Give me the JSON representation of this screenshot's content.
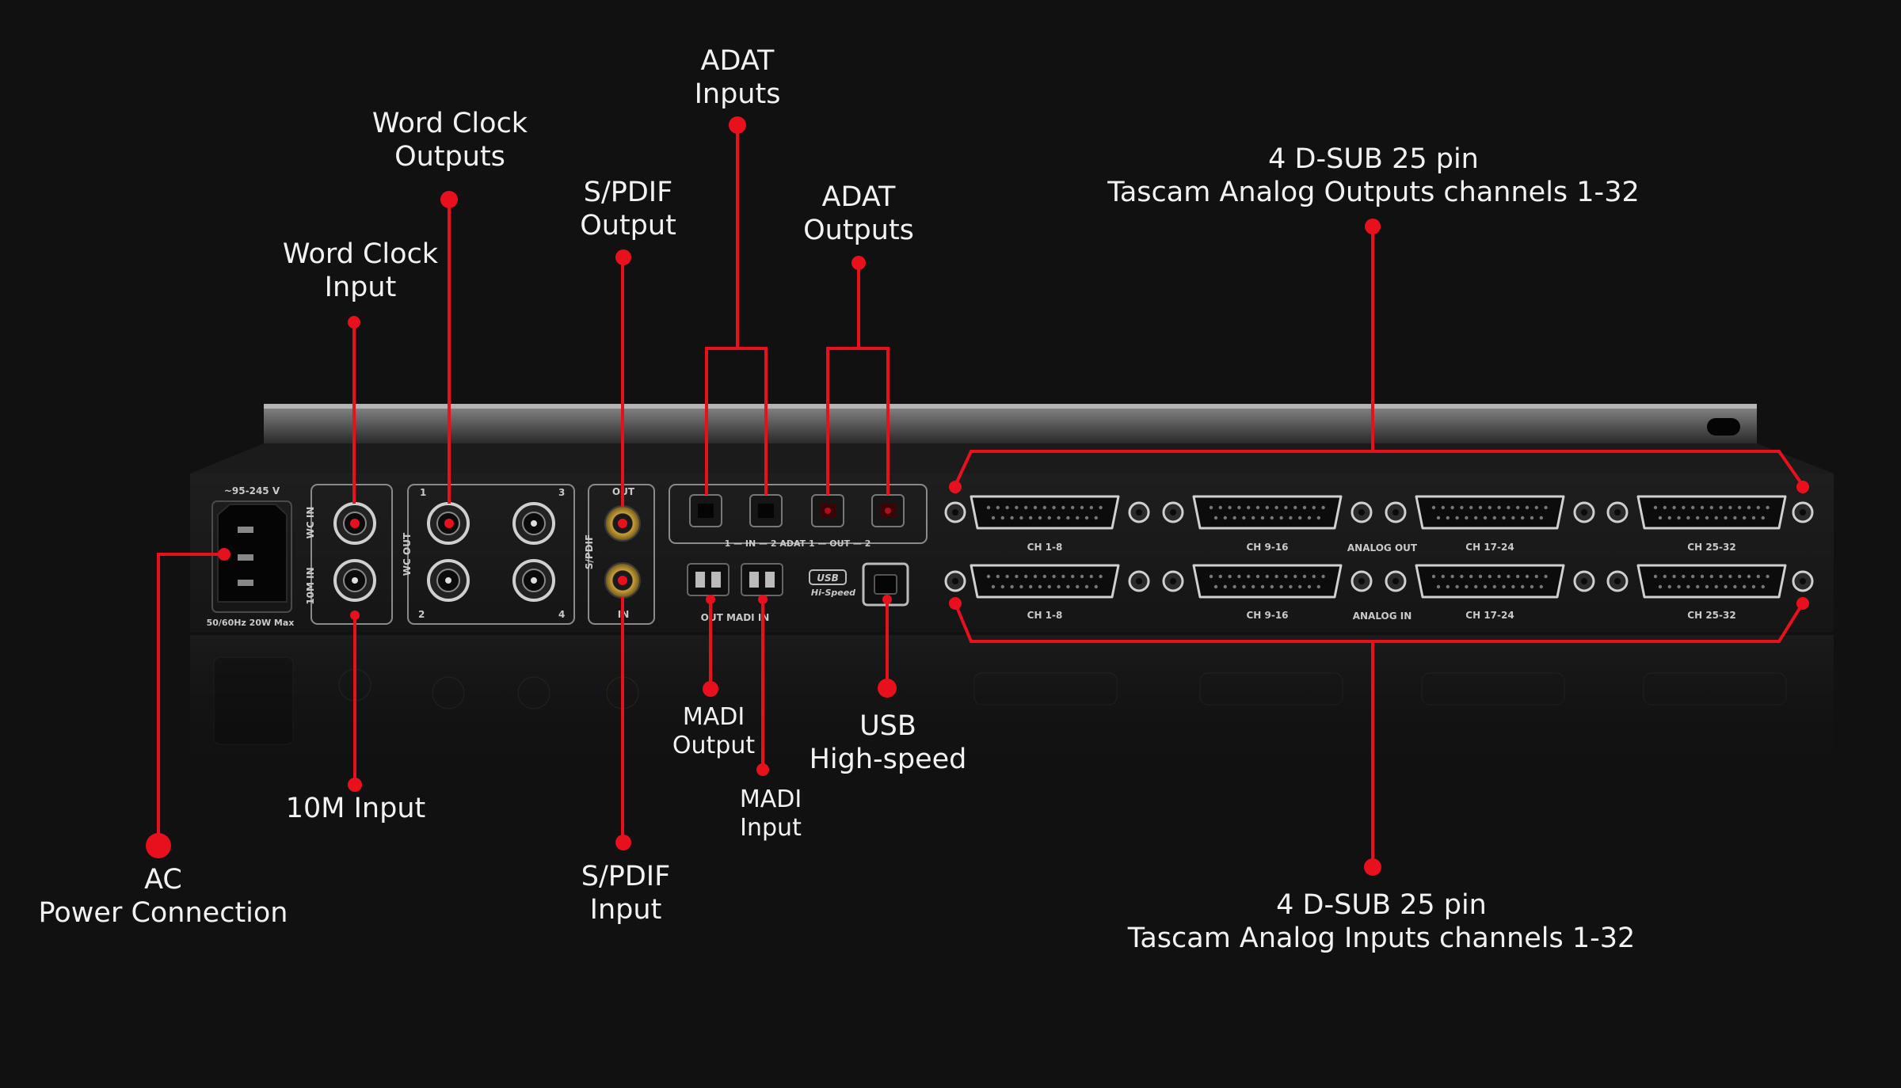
{
  "colors": {
    "background": "#111111",
    "accent": "#e8101c",
    "label_text": "#f2f2f2",
    "chassis": "#1a1a1a",
    "panel_text": "#c9c9c9"
  },
  "device": {
    "power_rating": "~95-245 V",
    "power_spec": "50/60Hz 20W Max",
    "wc_in_label": "WC IN",
    "tenm_in_label": "10M IN",
    "wc_out_label": "WC OUT",
    "wc_out_numbers": [
      "1",
      "3",
      "2",
      "4"
    ],
    "spdif_label": "S/PDIF",
    "spdif_out": "OUT",
    "spdif_in": "IN",
    "adat_label": "1 — IN — 2  ADAT  1 — OUT — 2",
    "madi_label": "OUT  MADI  IN",
    "usb_logo": "USB",
    "usb_sub": "Hi-Speed",
    "analog_out_label": "ANALOG OUT",
    "analog_in_label": "ANALOG IN",
    "channel_groups": [
      "CH 1-8",
      "CH 9-16",
      "CH 17-24",
      "CH 25-32"
    ]
  },
  "callouts": {
    "adat_inputs": [
      "ADAT",
      "Inputs"
    ],
    "word_clock_outputs": [
      "Word Clock",
      "Outputs"
    ],
    "spdif_output": [
      "S/PDIF",
      "Output"
    ],
    "adat_outputs": [
      "ADAT",
      "Outputs"
    ],
    "dsub_outputs": [
      "4 D-SUB 25 pin",
      "Tascam Analog Outputs channels 1-32"
    ],
    "word_clock_input": [
      "Word Clock",
      "Input"
    ],
    "madi_output": [
      "MADI",
      "Output"
    ],
    "usb": [
      "USB",
      "High-speed"
    ],
    "madi_input": [
      "MADI",
      "Input"
    ],
    "tenm_input": [
      "10M Input"
    ],
    "ac_power": [
      "AC",
      "Power Connection"
    ],
    "spdif_input": [
      "S/PDIF",
      "Input"
    ],
    "dsub_inputs": [
      "4 D-SUB 25 pin",
      "Tascam Analog Inputs channels 1-32"
    ]
  }
}
